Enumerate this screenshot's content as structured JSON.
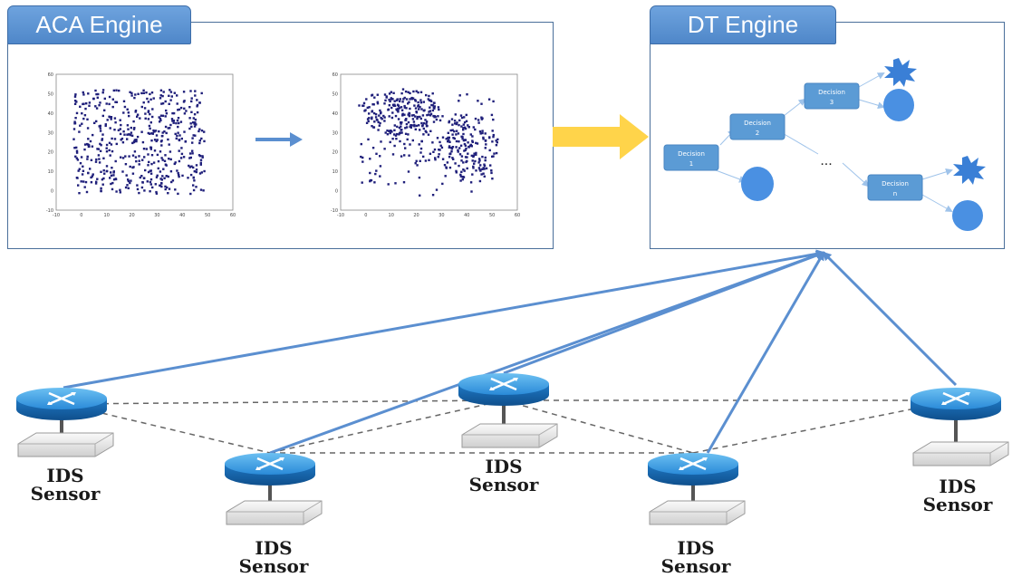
{
  "aca_engine": {
    "title": "ACA Engine",
    "plot_before": {
      "x_ticks": [
        "-10",
        "0",
        "10",
        "20",
        "30",
        "40",
        "50",
        "60"
      ],
      "y_ticks": [
        "60",
        "50",
        "40",
        "30",
        "20",
        "10",
        "0",
        "-10"
      ]
    },
    "plot_after": {
      "x_ticks": [
        "-10",
        "0",
        "10",
        "20",
        "30",
        "40",
        "50",
        "60"
      ],
      "y_ticks": [
        "60",
        "50",
        "40",
        "30",
        "20",
        "10",
        "0",
        "-10"
      ]
    }
  },
  "dt_engine": {
    "title": "DT Engine",
    "decisions": [
      {
        "label": "Decision",
        "index": "1"
      },
      {
        "label": "Decision",
        "index": "2"
      },
      {
        "label": "Decision",
        "index": "3"
      },
      {
        "label": "Decision",
        "index": "n"
      }
    ],
    "ellipsis": "..."
  },
  "sensors": [
    {
      "line1": "IDS",
      "line2": "Sensor"
    },
    {
      "line1": "IDS",
      "line2": "Sensor"
    },
    {
      "line1": "IDS",
      "line2": "Sensor"
    },
    {
      "line1": "IDS",
      "line2": "Sensor"
    },
    {
      "line1": "IDS",
      "line2": "Sensor"
    }
  ],
  "colors": {
    "panel_border": "#4a6f9a",
    "tab_fill": "#5b93d3",
    "decision_fill": "#5b9bd5",
    "leaf_fill": "#4a90e2",
    "attack_fill": "#3a7fd6",
    "scatter_point": "#1f1f7a",
    "flow_arrow": "#5b8fd0",
    "big_arrow": "#ffd44a",
    "router_blue": "#2a8ad8"
  }
}
